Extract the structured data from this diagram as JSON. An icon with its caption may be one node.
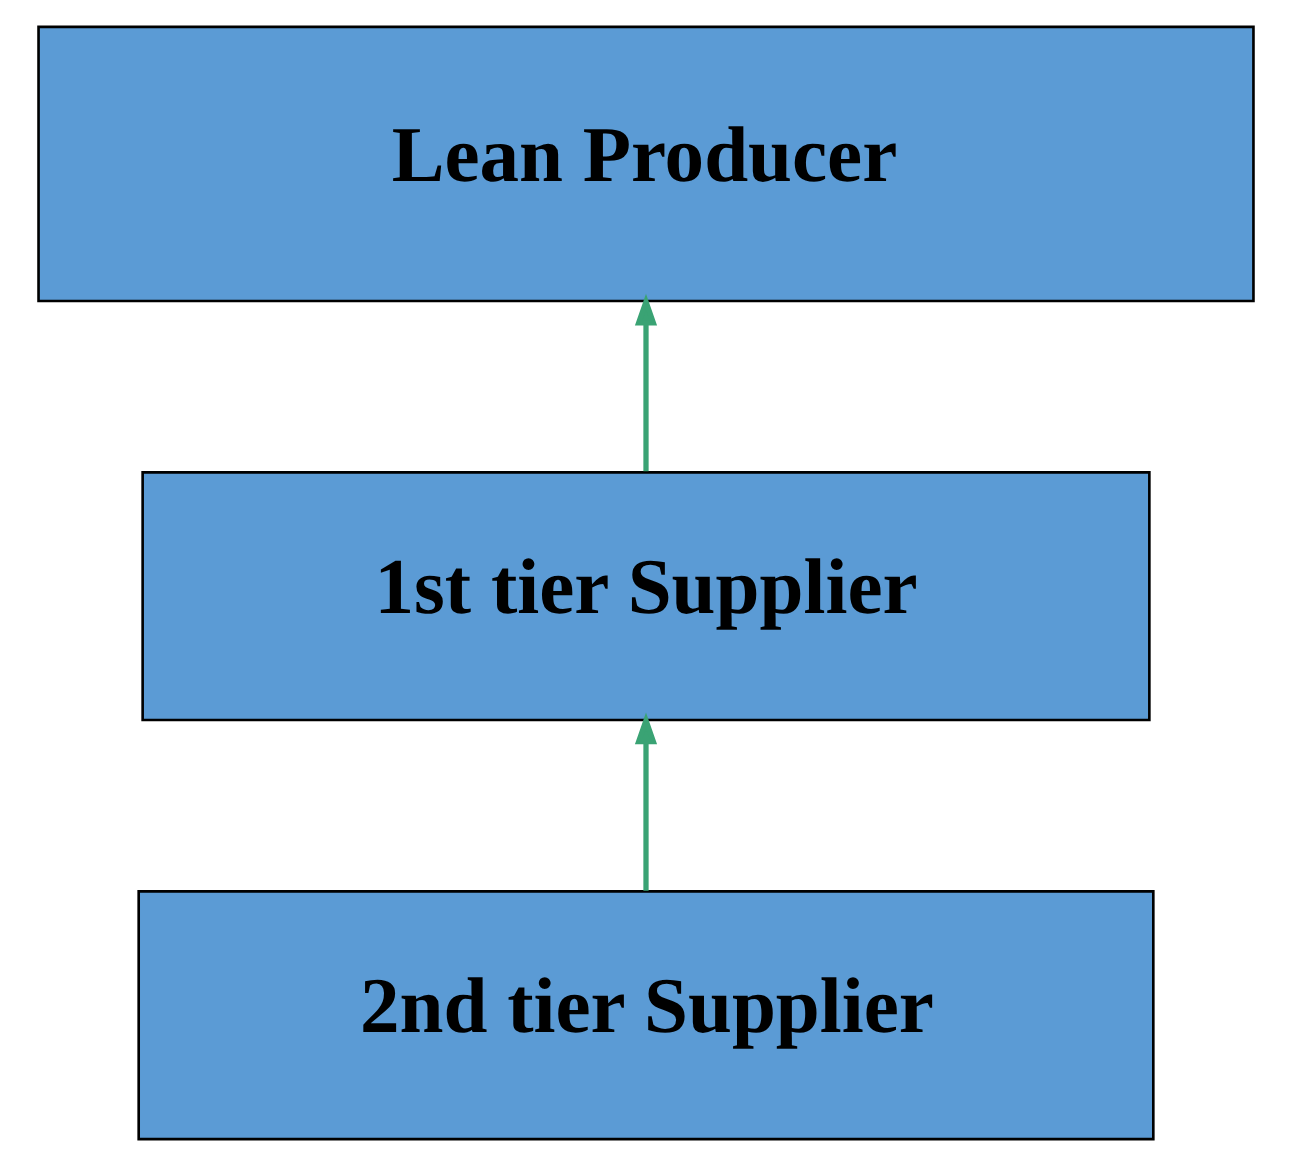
{
  "diagram": {
    "nodes": [
      {
        "text": [
          "Lean Producer"
        ]
      },
      {
        "text": [
          "1st tier Supplier"
        ]
      },
      {
        "text": [
          "2nd tier Supplier"
        ]
      }
    ],
    "edges": [
      {
        "from": 1,
        "to": 0,
        "arrow": "to"
      },
      {
        "from": 2,
        "to": 1,
        "arrow": "to"
      }
    ]
  }
}
